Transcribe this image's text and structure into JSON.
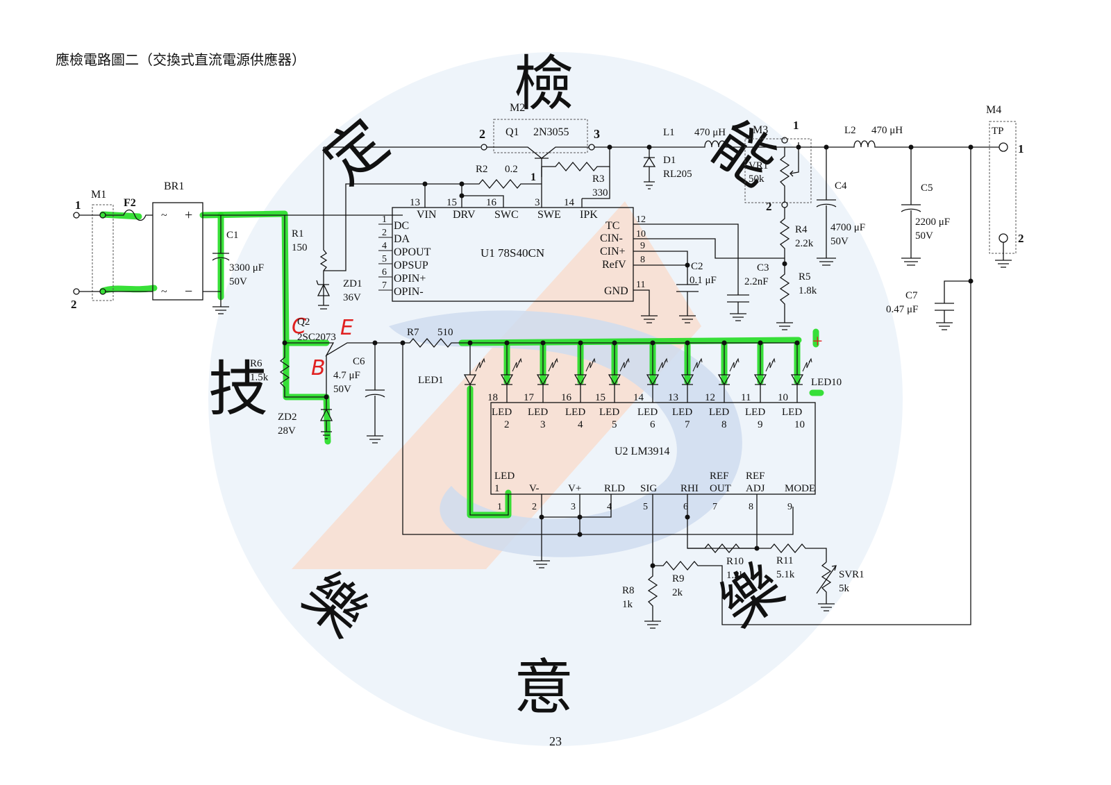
{
  "title": "應檢電路圖二（交換式直流電源供應器）",
  "page_number": "23",
  "watermark": {
    "chars": [
      "檢",
      "定",
      "技",
      "能",
      "意",
      "樂",
      "樂"
    ],
    "colors": {
      "blue": "#d9e6f4",
      "orange": "#f8d6c8"
    }
  },
  "annotations": {
    "collector": "C",
    "emitter": "E",
    "base": "B",
    "plus": "+",
    "color": "#e02020",
    "highlight_color": "#22dd22"
  },
  "modules": {
    "m1": {
      "name": "M1",
      "pin1": "1",
      "pin2": "2"
    },
    "m2": {
      "name": "M2",
      "q1": "Q1",
      "part": "2N3055",
      "pin2": "2",
      "pin3": "3",
      "pin1": "1"
    },
    "m3": {
      "name": "M3",
      "vr1": "VR1",
      "vr1_value": "50k",
      "pin1": "1",
      "pin2": "2"
    },
    "m4": {
      "name": "M4",
      "tp": "TP",
      "pin1": "1",
      "pin2": "2"
    }
  },
  "components": {
    "f2": "F2",
    "br1": "BR1",
    "br1_plus": "+",
    "br1_minus": "−",
    "br1_ac1": "~",
    "br1_ac2": "~",
    "c1": "C1",
    "c1_value": "3300 μF",
    "c1_voltage": "50V",
    "r1": "R1",
    "r1_value": "150",
    "zd1": "ZD1",
    "zd1_value": "36V",
    "r2": "R2",
    "r2_value": "0.2",
    "r3": "R3",
    "r3_value": "330",
    "l1": "L1",
    "l1_value": "470 μH",
    "d1": "D1",
    "d1_value": "RL205",
    "l2": "L2",
    "l2_value": "470 μH",
    "c4": "C4",
    "c4_value": "4700 μF",
    "c4_voltage": "50V",
    "c5": "C5",
    "c5_value": "2200 μF",
    "c5_voltage": "50V",
    "r4": "R4",
    "r4_value": "2.2k",
    "r5": "R5",
    "r5_value": "1.8k",
    "c2": "C2",
    "c2_value": "0.1 μF",
    "c3": "C3",
    "c3_value": "2.2nF",
    "c7": "C7",
    "c7_value": "0.47 μF",
    "q2": "Q2",
    "q2_value": "2SC2073",
    "r6": "R6",
    "r6_value": "1.5k",
    "zd2": "ZD2",
    "zd2_value": "28V",
    "c6": "C6",
    "c6_value": "4.7 μF",
    "c6_voltage": "50V",
    "r7": "R7",
    "r7_value": "510",
    "led1": "LED1",
    "led10": "LED10",
    "r8": "R8",
    "r8_value": "1k",
    "r9": "R9",
    "r9_value": "2k",
    "r10": "R10",
    "r10_value": "1.2k",
    "r11": "R11",
    "r11_value": "5.1k",
    "svr1": "SVR1",
    "svr1_value": "5k"
  },
  "u1": {
    "name": "U1 78S40CN",
    "top_pins": [
      {
        "num": "13",
        "label": "VIN"
      },
      {
        "num": "15",
        "label": "DRV"
      },
      {
        "num": "16",
        "label": "SWC"
      },
      {
        "num": "3",
        "label": "SWE"
      },
      {
        "num": "14",
        "label": "IPK"
      }
    ],
    "left_pins": [
      {
        "num": "1",
        "label": "DC"
      },
      {
        "num": "2",
        "label": "DA"
      },
      {
        "num": "4",
        "label": "OPOUT"
      },
      {
        "num": "5",
        "label": "OPSUP"
      },
      {
        "num": "6",
        "label": "OPIN+"
      },
      {
        "num": "7",
        "label": "OPIN-"
      }
    ],
    "right_pins": [
      {
        "num": "12",
        "label": "TC"
      },
      {
        "num": "10",
        "label": "CIN-"
      },
      {
        "num": "9",
        "label": "CIN+"
      },
      {
        "num": "8",
        "label": "RefV"
      },
      {
        "num": "11",
        "label": "GND"
      }
    ]
  },
  "u2": {
    "name": "U2 LM3914",
    "top_pins": [
      {
        "num": "18",
        "label1": "LED",
        "label2": "2"
      },
      {
        "num": "17",
        "label1": "LED",
        "label2": "3"
      },
      {
        "num": "16",
        "label1": "LED",
        "label2": "4"
      },
      {
        "num": "15",
        "label1": "LED",
        "label2": "5"
      },
      {
        "num": "14",
        "label1": "LED",
        "label2": "6"
      },
      {
        "num": "13",
        "label1": "LED",
        "label2": "7"
      },
      {
        "num": "12",
        "label1": "LED",
        "label2": "8"
      },
      {
        "num": "11",
        "label1": "LED",
        "label2": "9"
      },
      {
        "num": "10",
        "label1": "LED",
        "label2": "10"
      }
    ],
    "bottom_pins": [
      {
        "num": "1",
        "label1": "LED",
        "label2": "1"
      },
      {
        "num": "2",
        "label1": "",
        "label2": "V-"
      },
      {
        "num": "3",
        "label1": "",
        "label2": "V+"
      },
      {
        "num": "4",
        "label1": "",
        "label2": "RLD"
      },
      {
        "num": "5",
        "label1": "",
        "label2": "SIG"
      },
      {
        "num": "6",
        "label1": "",
        "label2": "RHI"
      },
      {
        "num": "7",
        "label1": "REF",
        "label2": "OUT"
      },
      {
        "num": "8",
        "label1": "REF",
        "label2": "ADJ"
      },
      {
        "num": "9",
        "label1": "",
        "label2": "MODE"
      }
    ]
  }
}
